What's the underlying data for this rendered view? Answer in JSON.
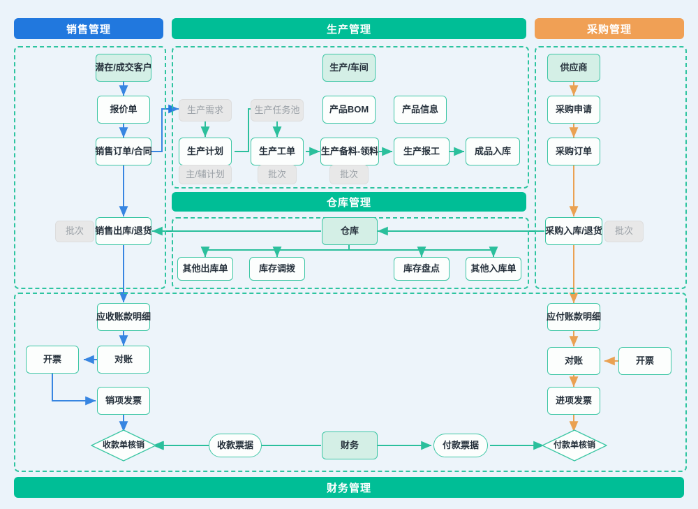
{
  "headers": [
    {
      "key": "sales",
      "label": "销售管理",
      "color": "#2178DE"
    },
    {
      "key": "production",
      "label": "生产管理",
      "color": "#00BE96"
    },
    {
      "key": "purchase",
      "label": "采购管理",
      "color": "#F0A055"
    },
    {
      "key": "warehouse",
      "label": "仓库管理",
      "color": "#00BE96"
    },
    {
      "key": "finance",
      "label": "财务管理",
      "color": "#00BE96"
    }
  ],
  "sales": {
    "nodes": [
      {
        "id": "customer",
        "label": "潜在/成交客户",
        "style": "mint"
      },
      {
        "id": "quotation",
        "label": "报价单",
        "style": "normal"
      },
      {
        "id": "sales_order",
        "label": "销售订单/合同",
        "style": "normal"
      },
      {
        "id": "sales_out",
        "label": "销售出库/退货",
        "style": "normal"
      },
      {
        "id": "sales_batch",
        "label": "批次",
        "style": "gray"
      }
    ]
  },
  "production": {
    "nodes": [
      {
        "id": "workshop",
        "label": "生产/车间",
        "style": "mint"
      },
      {
        "id": "prod_demand",
        "label": "生产需求",
        "style": "gray"
      },
      {
        "id": "task_pool",
        "label": "生产任务池",
        "style": "gray"
      },
      {
        "id": "product_bom",
        "label": "产品BOM",
        "style": "normal"
      },
      {
        "id": "product_info",
        "label": "产品信息",
        "style": "normal"
      },
      {
        "id": "prod_plan",
        "label": "生产计划",
        "style": "normal"
      },
      {
        "id": "work_order",
        "label": "生产工单",
        "style": "normal"
      },
      {
        "id": "prepare_pick",
        "label": "生产备料-领料",
        "style": "normal"
      },
      {
        "id": "prod_report",
        "label": "生产报工",
        "style": "normal"
      },
      {
        "id": "finished_in",
        "label": "成品入库",
        "style": "normal"
      },
      {
        "id": "plan_tag",
        "label": "主/辅计划",
        "style": "gray"
      },
      {
        "id": "wo_batch",
        "label": "批次",
        "style": "gray"
      },
      {
        "id": "pick_batch",
        "label": "批次",
        "style": "gray"
      }
    ]
  },
  "purchase": {
    "nodes": [
      {
        "id": "supplier",
        "label": "供应商",
        "style": "mint"
      },
      {
        "id": "purchase_req",
        "label": "采购申请",
        "style": "normal"
      },
      {
        "id": "purchase_order",
        "label": "采购订单",
        "style": "normal"
      },
      {
        "id": "purchase_in",
        "label": "采购入库/退货",
        "style": "normal"
      },
      {
        "id": "purchase_batch",
        "label": "批次",
        "style": "gray"
      }
    ]
  },
  "warehouse": {
    "nodes": [
      {
        "id": "stock",
        "label": "仓库",
        "style": "mint"
      },
      {
        "id": "other_out",
        "label": "其他出库单",
        "style": "normal"
      },
      {
        "id": "transfer",
        "label": "库存调拨",
        "style": "normal"
      },
      {
        "id": "stocktake",
        "label": "库存盘点",
        "style": "normal"
      },
      {
        "id": "other_in",
        "label": "其他入库单",
        "style": "normal"
      }
    ]
  },
  "finance": {
    "nodes": [
      {
        "id": "ar_detail",
        "label": "应收账款明细",
        "style": "normal"
      },
      {
        "id": "ar_recon",
        "label": "对账",
        "style": "normal"
      },
      {
        "id": "ar_invoice_make",
        "label": "开票",
        "style": "normal"
      },
      {
        "id": "output_invoice",
        "label": "销项发票",
        "style": "normal"
      },
      {
        "id": "receipt_writeoff",
        "label": "收款单核销",
        "style": "diamond"
      },
      {
        "id": "receipt_voucher",
        "label": "收款票据",
        "style": "pill"
      },
      {
        "id": "finance_center",
        "label": "财务",
        "style": "mint"
      },
      {
        "id": "payment_voucher",
        "label": "付款票据",
        "style": "pill"
      },
      {
        "id": "payment_writeoff",
        "label": "付款单核销",
        "style": "diamond"
      },
      {
        "id": "ap_detail",
        "label": "应付账款明细",
        "style": "normal"
      },
      {
        "id": "ap_recon",
        "label": "对账",
        "style": "normal"
      },
      {
        "id": "ap_invoice_make",
        "label": "开票",
        "style": "normal"
      },
      {
        "id": "input_invoice",
        "label": "进项发票",
        "style": "normal"
      }
    ]
  },
  "colors": {
    "sales_line": "#2178DE",
    "production_line": "#14B891",
    "purchase_line": "#E8973F",
    "dashed_border": "#2EC4A0",
    "node_border": "#3CC6A4",
    "page_bg": "#EBF3FA",
    "mint_fill": "#D4EFE6",
    "gray_fill": "#E8E8E8"
  }
}
